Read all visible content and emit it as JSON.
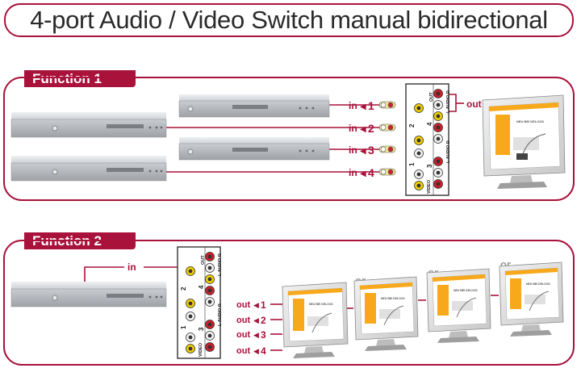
{
  "title": "4-port Audio / Video Switch manual bidirectional",
  "function1": {
    "label": "Function 1",
    "inputs": [
      "1",
      "2",
      "3",
      "4"
    ],
    "in_word": "in",
    "out_word": "out"
  },
  "function2": {
    "label": "Function 2",
    "in_word": "in",
    "outputs": [
      "1",
      "2",
      "3",
      "4"
    ],
    "out_word": "out",
    "or_word": "or"
  },
  "switch_labels": {
    "video": "VIDEO",
    "audio_l": "L AUDIO R",
    "out": "OUT",
    "nums": [
      "1",
      "2",
      "3",
      "4"
    ]
  },
  "screen_text": "NEU BEI DELOCK",
  "colors": {
    "accent": "#a8123b",
    "rca_red": "#d01f2a",
    "rca_white": "#f4f4f4",
    "rca_yellow": "#f0d000",
    "screen": "#f7a81b",
    "player": "#d4d6d9"
  }
}
